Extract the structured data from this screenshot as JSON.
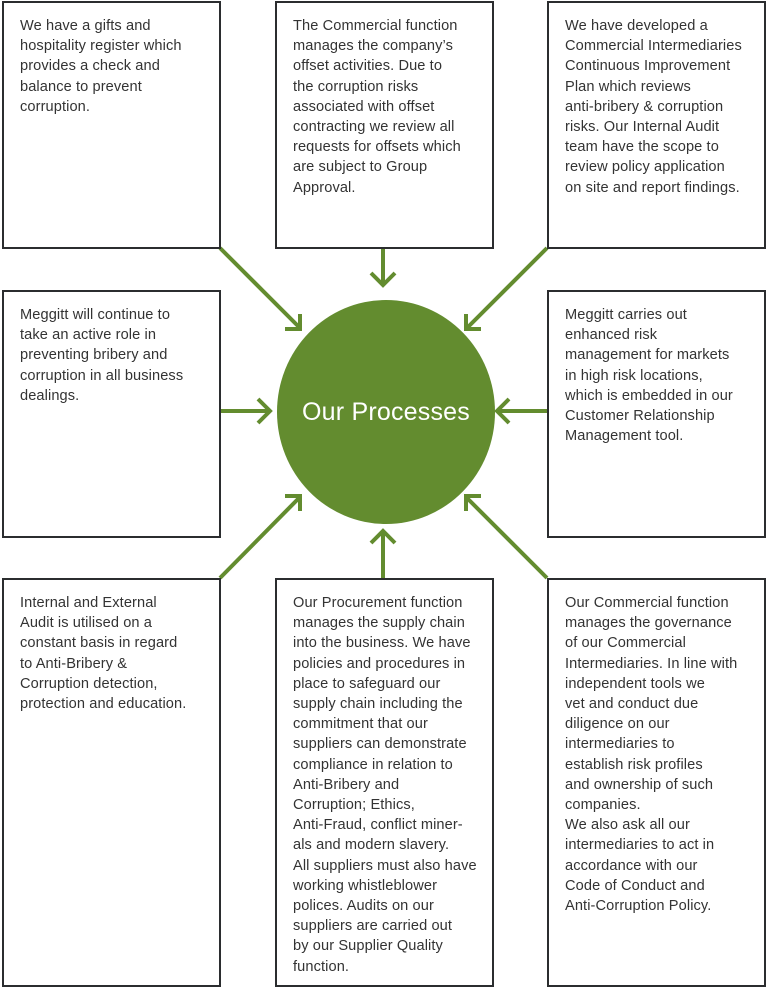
{
  "title": "Our Processes",
  "colors": {
    "accent": "#638c2f",
    "border": "#2b2d2f",
    "text": "#333333"
  },
  "boxes": {
    "top_left": "We have a gifts and\nhospitality register which\nprovides a check and\nbalance to prevent\ncorruption.",
    "top_center": "The Commercial function\nmanages the company’s\noffset activities.  Due to\nthe corruption risks\nassociated with offset\ncontracting we review all\nrequests for offsets which\nare subject to Group\nApproval.",
    "top_right": "We have developed a\nCommercial Intermediaries\nContinuous Improvement\nPlan which reviews\nanti-bribery & corruption\nrisks.  Our Internal Audit\nteam have the scope to\nreview policy application\non site and report findings.",
    "middle_left": "Meggitt will continue to\ntake an active role in\npreventing bribery and\ncorruption in all business\ndealings.",
    "middle_right": "Meggitt carries out\nenhanced risk\nmanagement for markets\nin high risk locations,\nwhich is embedded in our\nCustomer Relationship\nManagement tool.",
    "bottom_left": "Internal and External\nAudit is utilised on a\nconstant basis in regard\nto Anti-Bribery &\nCorruption detection,\nprotection and education.",
    "bottom_center": "Our Procurement function\nmanages the supply chain\ninto the business.  We have\npolicies and procedures in\nplace to safeguard our\nsupply chain including the\ncommitment that our\nsuppliers can demonstrate\ncompliance in relation to\nAnti-Bribery and\nCorruption; Ethics,\nAnti-Fraud, conflict miner-\nals and modern slavery.\nAll suppliers must also have\nworking whistleblower\npolices.  Audits on our\nsuppliers are carried out\nby our Supplier Quality\nfunction.",
    "bottom_right": "Our Commercial function\nmanages the governance\nof our Commercial\nIntermediaries. In line with\nindependent tools we\nvet and conduct due\ndiligence on our\nintermediaries to\nestablish risk profiles\nand ownership of such\ncompanies.\nWe also ask all our\nintermediaries to act in\naccordance with our\nCode of Conduct and\nAnti-Corruption Policy."
  }
}
